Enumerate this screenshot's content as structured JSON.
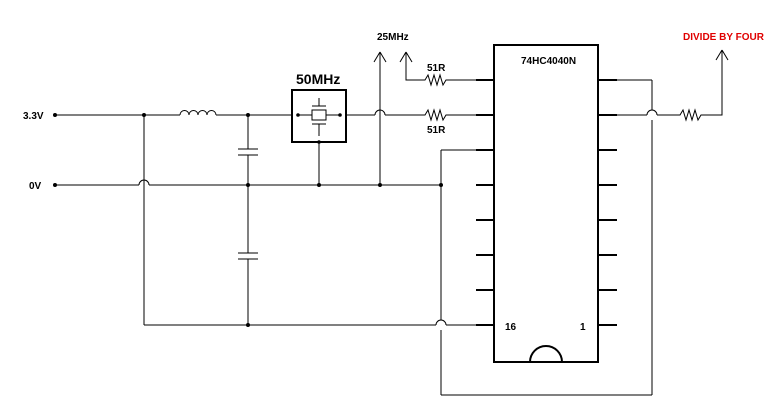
{
  "labels": {
    "supply": "3.3V",
    "ground": "0V",
    "crystal": "50MHz",
    "clock_out": "25MHz",
    "resistor_top": "51R",
    "resistor_bottom": "51R",
    "ic_part": "74HC4040N",
    "pin16": "16",
    "pin1": "1",
    "output": "DIVIDE BY FOUR"
  },
  "colors": {
    "wire": "#000000",
    "output_label": "#e00000"
  }
}
